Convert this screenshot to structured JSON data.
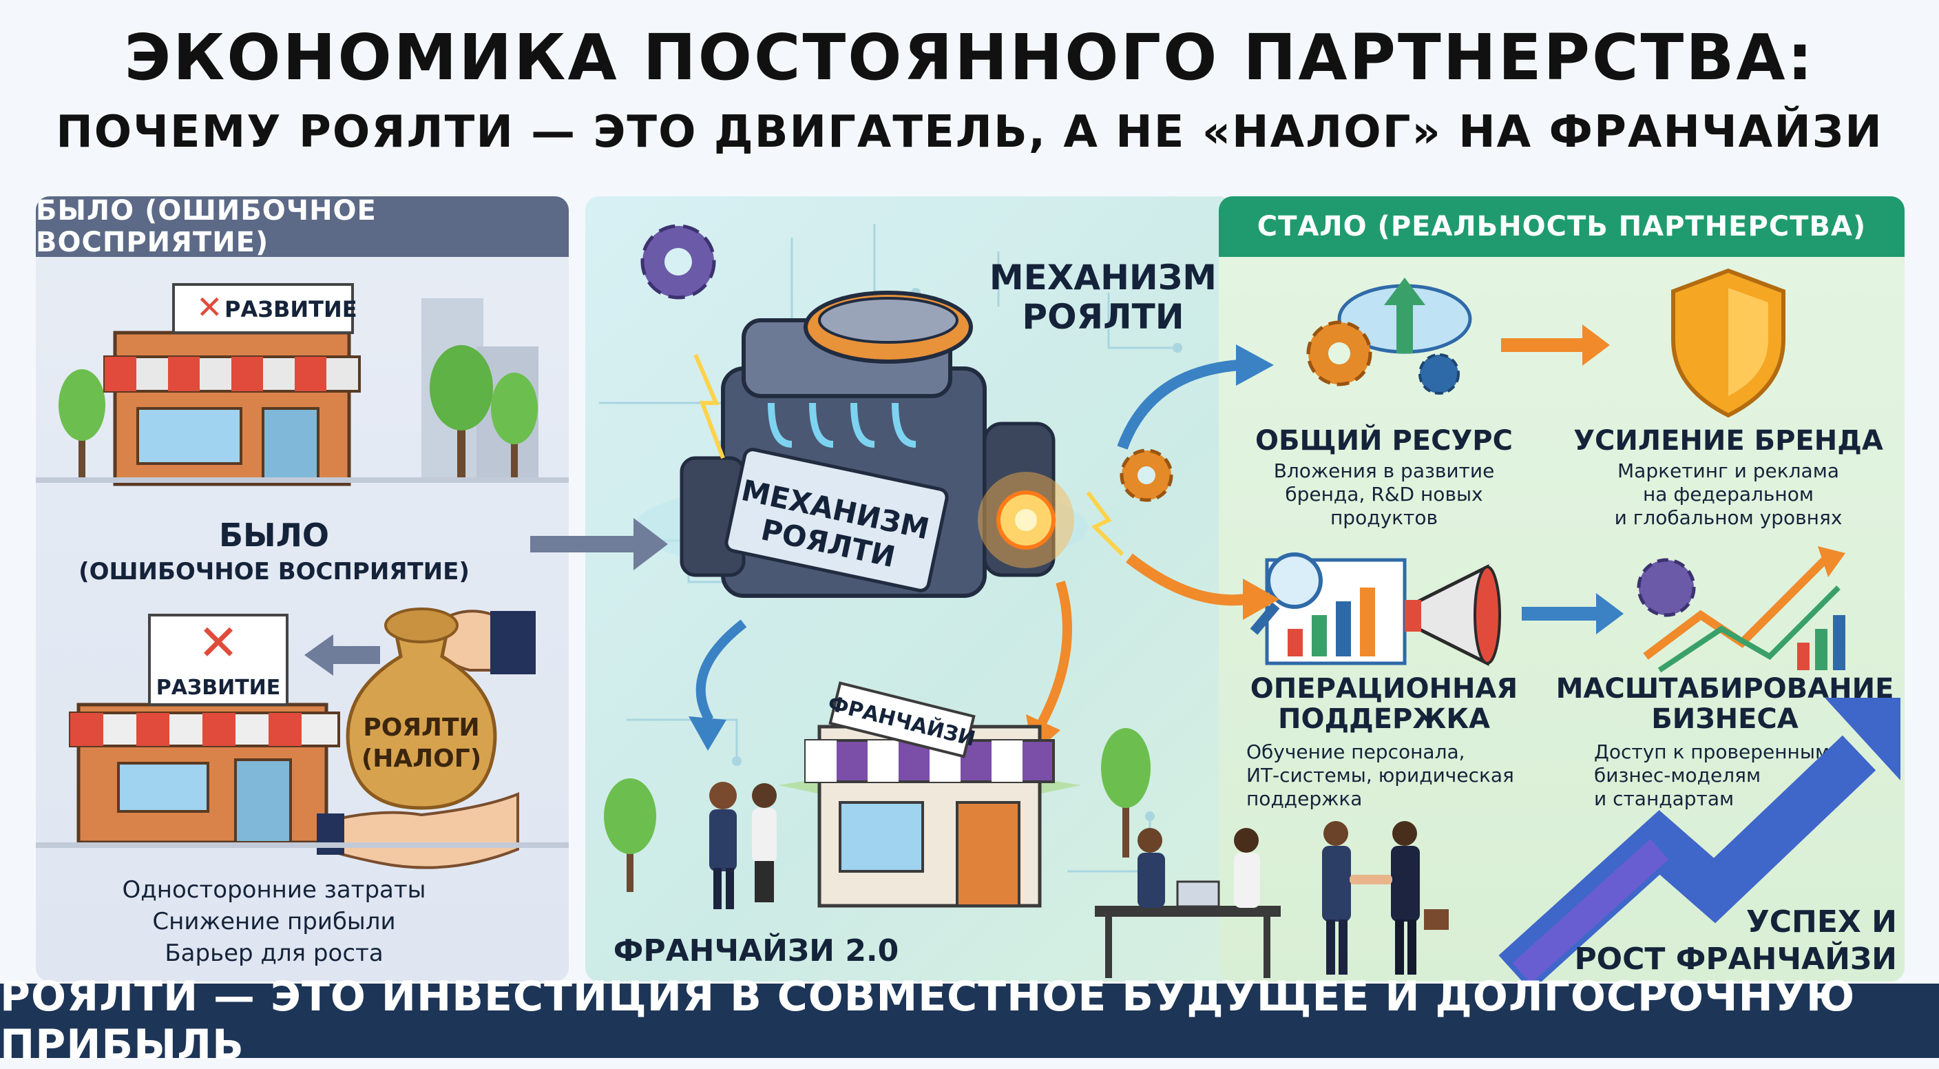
{
  "header": {
    "title": "ЭКОНОМИКА ПОСТОЯННОГО ПАРТНЕРСТВА:",
    "subtitle": "ПОЧЕМУ РОЯЛТИ — ЭТО ДВИГАТЕЛЬ, А НЕ «НАЛОГ» НА ФРАНЧАЙЗИ"
  },
  "left": {
    "header": "БЫЛО (ОШИБОЧНОЕ ВОСПРИЯТИЕ)",
    "sign_top": "РАЗВИТИЕ",
    "label_title": "БЫЛО",
    "label_sub": "(ОШИБОЧНОЕ ВОСПРИЯТИЕ)",
    "sign_bottom": "РАЗВИТИЕ",
    "bag_line1": "РОЯЛТИ",
    "bag_line2": "(НАЛОГ)",
    "bullets": [
      "Односторонние затраты",
      "Снижение прибыли",
      "Барьер для роста"
    ]
  },
  "middle": {
    "mech_title_line1": "МЕХАНИЗМ",
    "mech_title_line2": "РОЯЛТИ",
    "engine_plate_line1": "МЕХАНИЗМ",
    "engine_plate_line2": "РОЯЛТИ",
    "shop_sign": "ФРАНЧАЙЗИ",
    "franchise_label": "ФРАНЧАЙЗИ 2.0"
  },
  "right": {
    "header": "СТАЛО (РЕАЛЬНОСТЬ ПАРТНЕРСТВА)",
    "items": [
      {
        "title": [
          "ОБЩИЙ РЕСУРС"
        ],
        "desc": [
          "Вложения в развитие",
          "бренда, R&D новых",
          "продуктов"
        ]
      },
      {
        "title": [
          "УСИЛЕНИЕ БРЕНДА"
        ],
        "desc": [
          "Маркетинг и реклама",
          "на федеральном",
          "и глобальном уровнях"
        ]
      },
      {
        "title": [
          "ОПЕРАЦИОННАЯ",
          "ПОДДЕРЖКА"
        ],
        "desc": [
          "Обучение персонала,",
          "ИТ-системы, юридическая",
          "поддержка"
        ]
      },
      {
        "title": [
          "МАСШТАБИРОВАНИЕ",
          "БИЗНЕСА"
        ],
        "desc": [
          "Доступ к проверенным",
          "бизнес-моделям",
          "и стандартам"
        ]
      }
    ],
    "success_line1": "УСПЕХ И",
    "success_line2": "РОСТ ФРАНЧАЙЗИ"
  },
  "footer": {
    "text": "РОЯЛТИ — ЭТО ИНВЕСТИЦИЯ В СОВМЕСТНОЕ БУДУЩЕЕ И ДОЛГОСРОЧНУЮ ПРИБЫЛЬ"
  },
  "colors": {
    "left_header": "#5c6a87",
    "right_header": "#1f9b6f",
    "footer": "#1d3557",
    "arrow_orange": "#f08a2b",
    "arrow_blue": "#3a82c4"
  }
}
